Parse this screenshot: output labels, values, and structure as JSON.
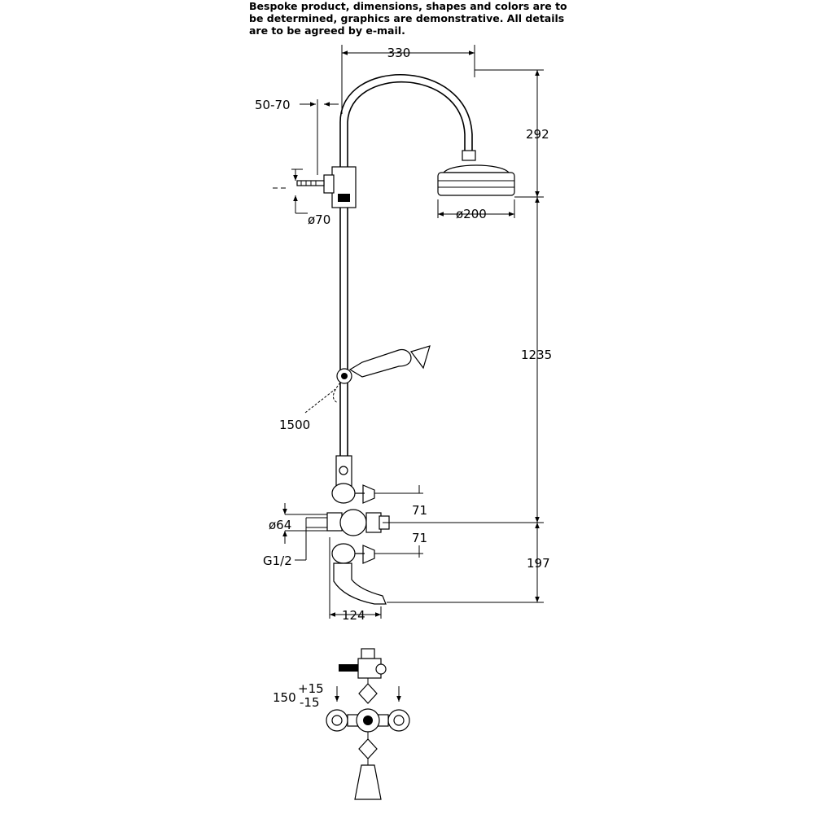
{
  "note": "Bespoke product, dimensions, shapes and colors are to be determined, graphics are demonstrative. All details are to be agreed by e-mail.",
  "dimensions": {
    "arm_width": "330",
    "arm_height": "292",
    "wall_offset": "50-70",
    "bracket_diameter": "ø70",
    "head_diameter": "ø200",
    "riser_height": "1235",
    "hose_length": "1500",
    "valve_upper": "71",
    "valve_lower": "71",
    "inlet_diameter": "ø64",
    "inlet_thread": "G1/2",
    "spout_height": "197",
    "spout_reach": "124",
    "centers_base": "150",
    "centers_plus": "+15",
    "centers_minus": "-15"
  },
  "colors": {
    "line": "#000000",
    "background": "#ffffff"
  }
}
